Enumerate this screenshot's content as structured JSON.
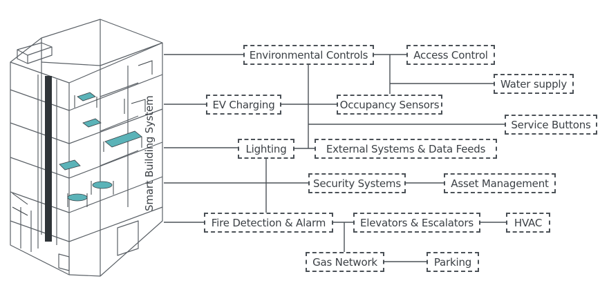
{
  "diagram": {
    "system_label": "Smart Building System",
    "nodes": {
      "environmental_controls": "Environmental Controls",
      "access_control": "Access Control",
      "water_supply": "Water supply",
      "ev_charging": "EV Charging",
      "occupancy_sensors": "Occupancy Sensors",
      "service_buttons": "Service Buttons",
      "lighting": "Lighting",
      "external_systems": "External Systems & Data Feeds",
      "security_systems": "Security Systems",
      "asset_management": "Asset Management",
      "fire_detection": "Fire Detection & Alarm",
      "elevators": "Elevators & Escalators",
      "hvac": "HVAC",
      "gas_network": "Gas Network",
      "parking": "Parking"
    },
    "colors": {
      "line": "#4a5056",
      "accent_furniture": "#5bb3b8"
    }
  }
}
